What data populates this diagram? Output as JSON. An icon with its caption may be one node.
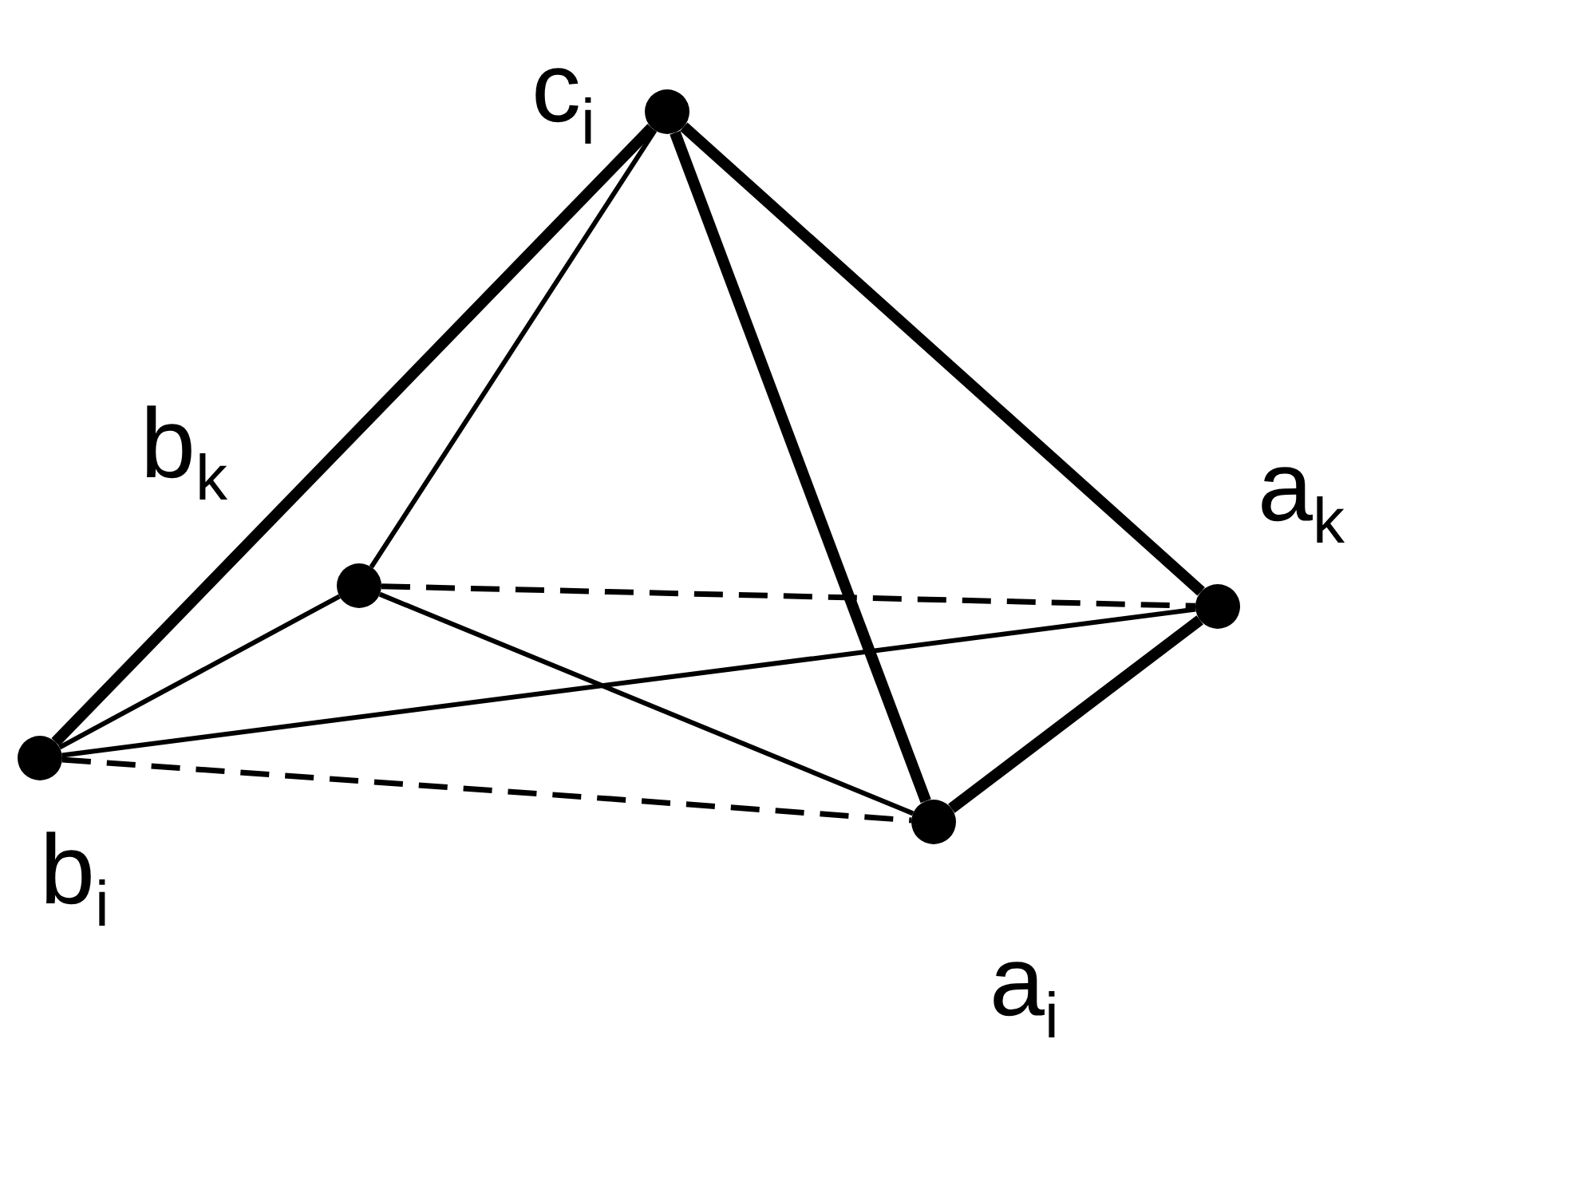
{
  "diagram": {
    "nodes": [
      {
        "text": [],
        "shape": "circle",
        "beside": [
          "c$_{i}$"
        ]
      },
      {
        "text": [],
        "shape": "circle"
      },
      {
        "text": [],
        "shape": "circle",
        "beside": [
          "a$_{k}$"
        ]
      },
      {
        "text": [],
        "shape": "circle",
        "beside": [
          "b$_{i}$"
        ]
      },
      {
        "text": [],
        "shape": "circle",
        "beside": [
          "a$_{i}$"
        ]
      }
    ],
    "edges": [
      {
        "from": 0,
        "to": 3,
        "arrow": "none",
        "style": "thick"
      },
      {
        "from": 0,
        "to": 1,
        "arrow": "none"
      },
      {
        "from": 0,
        "to": 4,
        "arrow": "none",
        "style": "thick"
      },
      {
        "from": 0,
        "to": 2,
        "arrow": "none",
        "style": "thick"
      },
      {
        "from": 2,
        "to": 4,
        "arrow": "none",
        "style": "thick"
      },
      {
        "from": 1,
        "to": 2,
        "arrow": "none",
        "style": "dashed"
      },
      {
        "from": 1,
        "to": 3,
        "arrow": "none"
      },
      {
        "from": 1,
        "to": 4,
        "arrow": "none"
      },
      {
        "from": 3,
        "to": 2,
        "arrow": "none"
      },
      {
        "from": 3,
        "to": 4,
        "arrow": "none",
        "style": "dashed"
      }
    ],
    "labels": [
      "b$_{k}$"
    ]
  }
}
